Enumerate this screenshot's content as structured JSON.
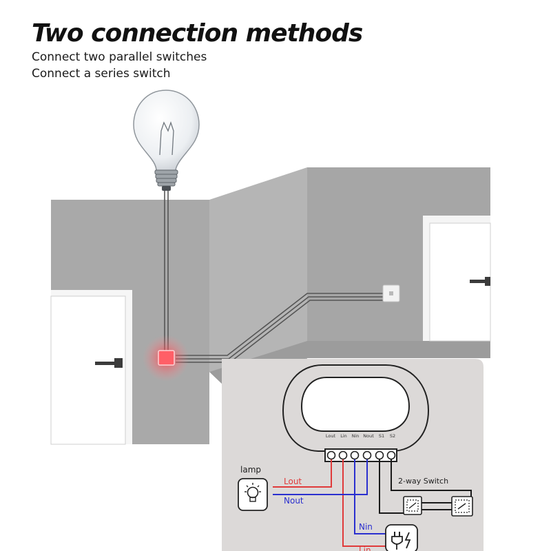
{
  "title": "Two connection methods",
  "subtitles": [
    "Connect two parallel switches",
    "Connect a series switch"
  ],
  "terminals": [
    "Lout",
    "Lin",
    "Nin",
    "Nout",
    "S1",
    "S2"
  ],
  "wiring": {
    "lamp_label": "lamp",
    "lout_label": "Lout",
    "nout_label": "Nout",
    "nin_label": "Nin",
    "lin_label": "Lin",
    "switch_label": "2-way Switch"
  },
  "colors": {
    "live": "#e03a3a",
    "neutral": "#2a2fcf",
    "wall": "#a7a7a7",
    "panel": "#dcd9d8",
    "indicator": "#ff3b45"
  },
  "icons": [
    "light-bulb",
    "lamp-icon",
    "power-plug-icon",
    "wall-switch-icon",
    "door-handle-icon"
  ]
}
